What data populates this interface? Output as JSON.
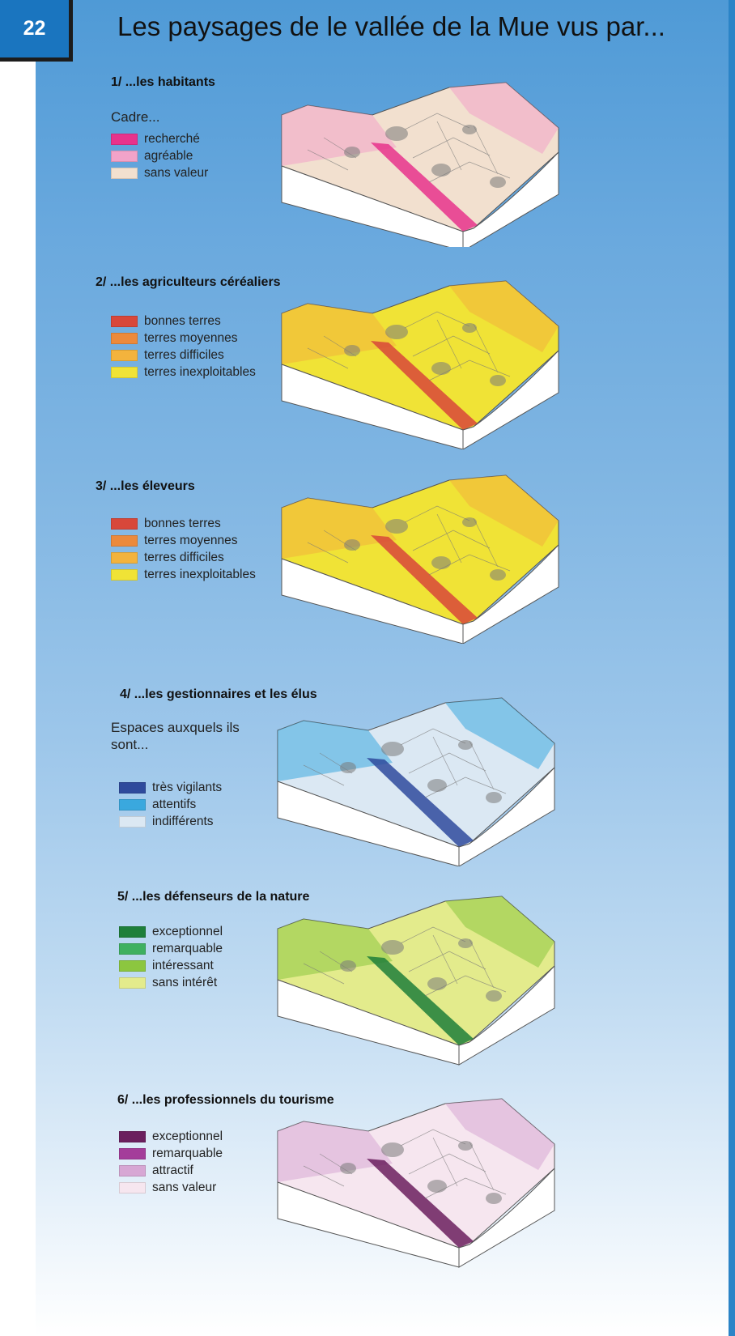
{
  "page_number": "22",
  "title": "Les paysages de le vallée de la Mue vus par...",
  "sections": [
    {
      "heading": "1/ ...les habitants",
      "intro": "Cadre...",
      "legend": [
        {
          "label": "recherché",
          "color": "#e8338c"
        },
        {
          "label": "agréable",
          "color": "#f2a3c9"
        },
        {
          "label": "sans valeur",
          "color": "#f2e0cf"
        }
      ]
    },
    {
      "heading": "2/ ...les agriculteurs céréaliers",
      "intro": "",
      "legend": [
        {
          "label": "bonnes terres",
          "color": "#d8473a"
        },
        {
          "label": "terres moyennes",
          "color": "#ec8a3c"
        },
        {
          "label": "terres difficiles",
          "color": "#f3b33d"
        },
        {
          "label": "terres inexploitables",
          "color": "#f0e336"
        }
      ]
    },
    {
      "heading": "3/ ...les éleveurs",
      "intro": "",
      "legend": [
        {
          "label": "bonnes terres",
          "color": "#d8473a"
        },
        {
          "label": "terres moyennes",
          "color": "#ec8a3c"
        },
        {
          "label": "terres difficiles",
          "color": "#f3b33d"
        },
        {
          "label": "terres inexploitables",
          "color": "#f0e336"
        }
      ]
    },
    {
      "heading": "4/ ...les gestionnaires et les élus",
      "intro": "Espaces auxquels ils sont...",
      "legend": [
        {
          "label": "très vigilants",
          "color": "#2f4a9c"
        },
        {
          "label": "attentifs",
          "color": "#3aa8de"
        },
        {
          "label": "indifférents",
          "color": "#dbe8f3"
        }
      ]
    },
    {
      "heading": "5/ ...les défenseurs de la nature",
      "intro": "",
      "legend": [
        {
          "label": "exceptionnel",
          "color": "#1e7f3a"
        },
        {
          "label": "remarquable",
          "color": "#3fb060"
        },
        {
          "label": "intéressant",
          "color": "#8cc63f"
        },
        {
          "label": "sans intérêt",
          "color": "#e3eb8c"
        }
      ]
    },
    {
      "heading": "6/ ...les professionnels du tourisme",
      "intro": "",
      "legend": [
        {
          "label": "exceptionnel",
          "color": "#6b1f5e"
        },
        {
          "label": "remarquable",
          "color": "#a43d9a"
        },
        {
          "label": "attractif",
          "color": "#d7a7d4"
        },
        {
          "label": "sans valeur",
          "color": "#f6e6ef"
        }
      ]
    }
  ]
}
